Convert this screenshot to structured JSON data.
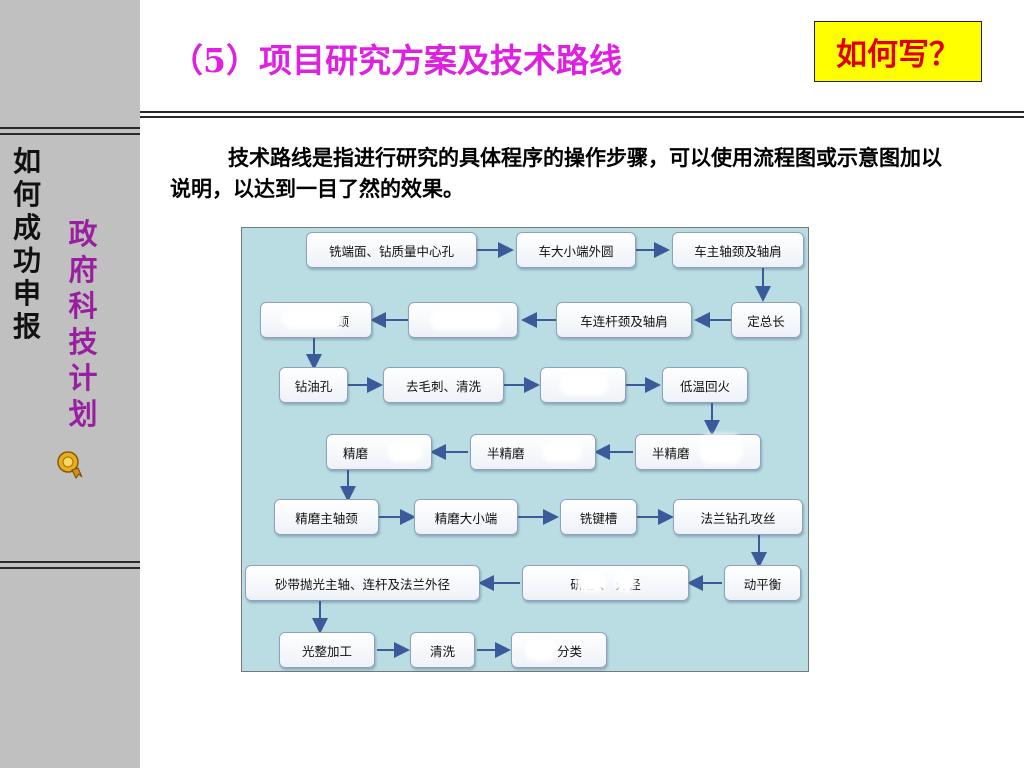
{
  "sidebar": {
    "primary_chars": [
      "如",
      "何",
      "成",
      "功",
      "申",
      "报"
    ],
    "secondary_chars": [
      "政",
      "府",
      "科",
      "技",
      "计",
      "划"
    ]
  },
  "header": {
    "title": "（5）项目研究方案及技术路线",
    "how_label": "如何写？"
  },
  "paragraph": "技术路线是指进行研究的具体程序的操作步骤，可以使用流程图或示意图加以说明，以达到一目了然的效果。",
  "diagram": {
    "row1": [
      "铣端面、钻质量中心孔",
      "车大小端外圆",
      "车主轴颈及轴肩"
    ],
    "row2": [
      "颈",
      "",
      "车连杆颈及轴肩",
      "定总长"
    ],
    "row3": [
      "钻油孔",
      "去毛刺、清洗",
      "",
      "低温回火"
    ],
    "row4": [
      "精磨",
      "半精磨",
      "半精磨"
    ],
    "row5": [
      "精磨主轴颈",
      "精磨大小端",
      "铣键槽",
      "法兰钻孔攻丝"
    ],
    "row6": [
      "砂带抛光主轴、连杆及法兰外径",
      "研磨 、 外径",
      "动平衡"
    ],
    "row7": [
      "光整加工",
      "清洗",
      "分类"
    ]
  },
  "colors": {
    "title": "#e020e0",
    "how_bg": "#ffff00",
    "how_text": "#e00000",
    "diagram_bg": "#b9dde3",
    "arrow": "#3a5a99",
    "sidebar_bg": "#c0c0c0",
    "secondary_text": "#9a1fa0"
  }
}
